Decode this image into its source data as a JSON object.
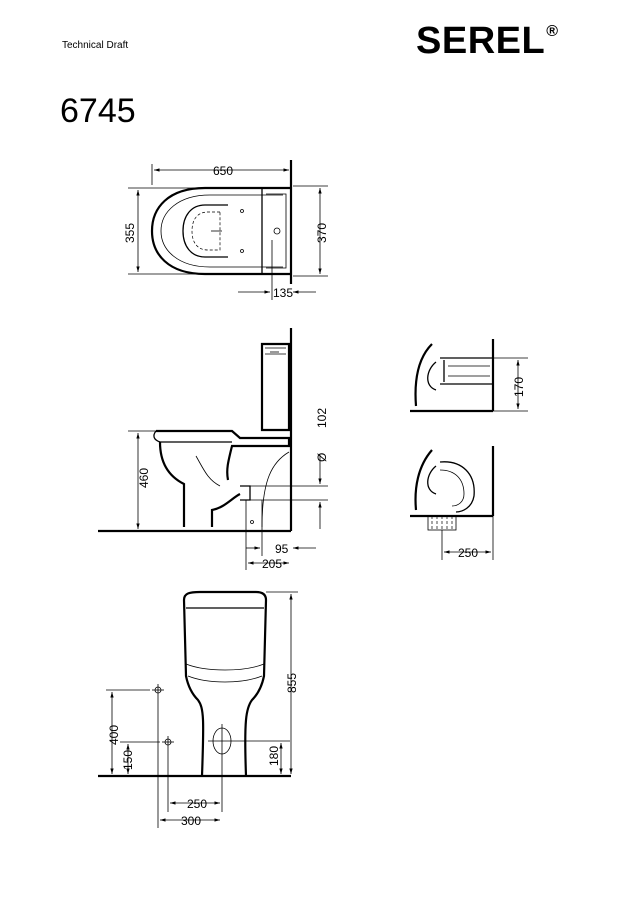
{
  "header": {
    "doc_type": "Technical Draft",
    "brand": "SEREL",
    "brand_mark": "®",
    "model": "6745"
  },
  "views": {
    "top": {
      "width": "650",
      "bowl_width": "355",
      "overall_width": "370",
      "outlet_offset": "135"
    },
    "side": {
      "seat_height": "460",
      "outlet_height": "102",
      "diameter_symbol": "Ø",
      "outlet_offset_a": "95",
      "outlet_offset_b": "205"
    },
    "detail_horizontal": {
      "connector_height": "170"
    },
    "detail_vertical": {
      "outlet_distance": "250"
    },
    "front": {
      "total_height": "855",
      "supply_height": "400",
      "supply_low": "150",
      "outlet_center": "180",
      "fixing_a": "250",
      "fixing_b": "300"
    }
  }
}
